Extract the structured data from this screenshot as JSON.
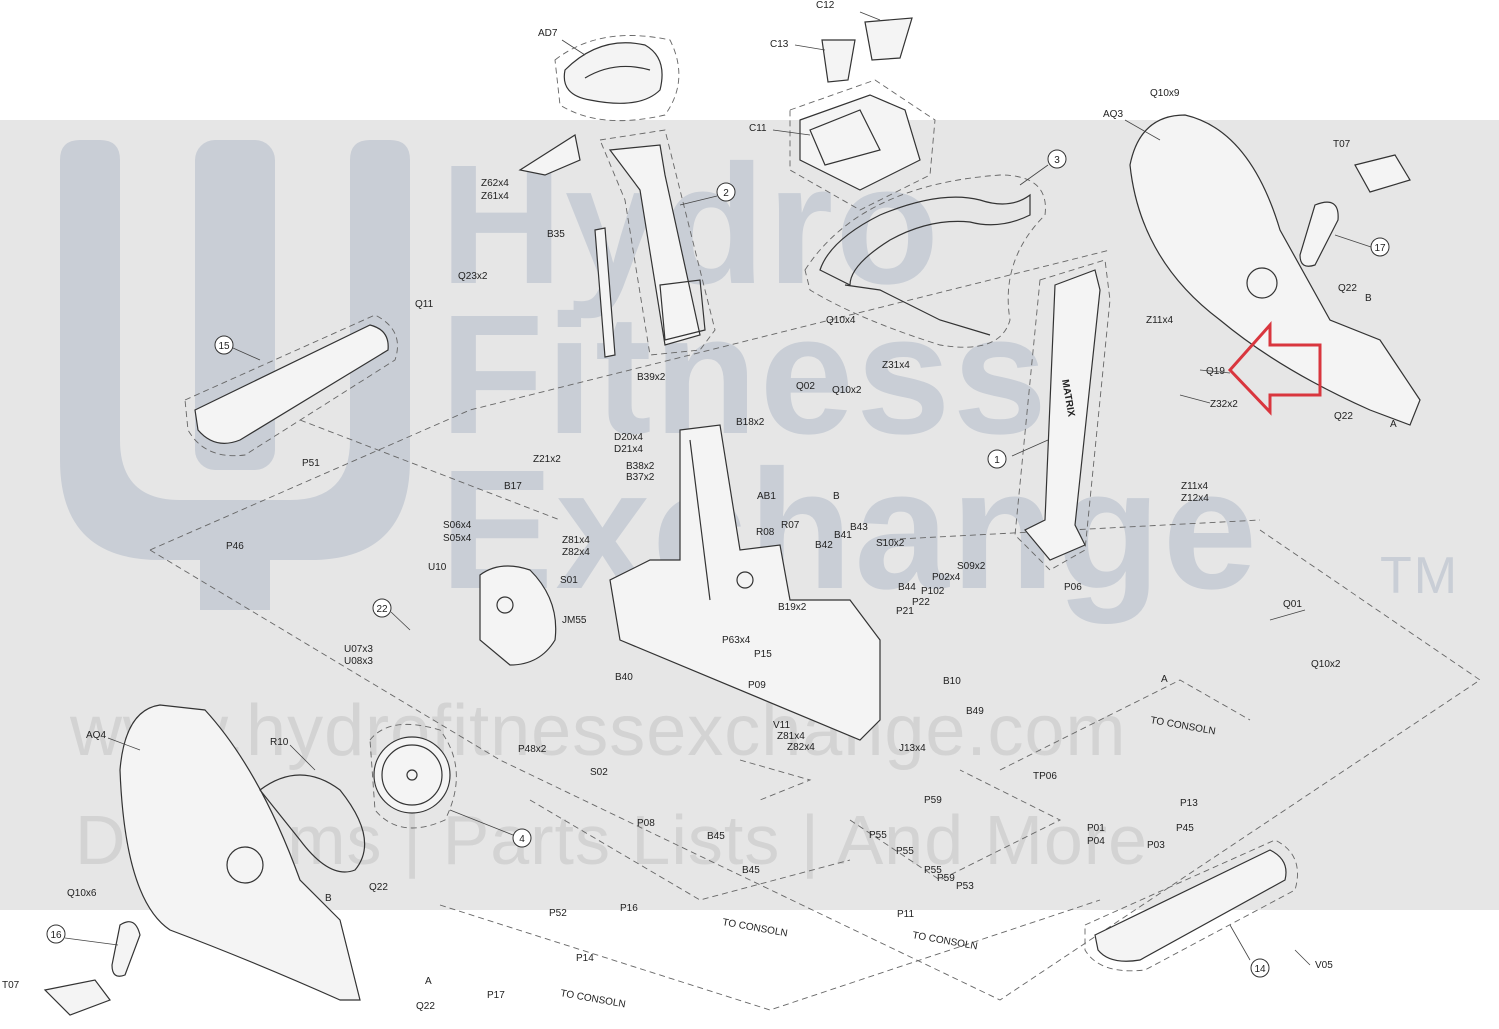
{
  "watermark": {
    "line1": "Hydro",
    "line2": "Fitness",
    "line3": "Exchange",
    "tm": "TM",
    "url": "www.hydrofitnessexchange.com",
    "tagline": "Diagrams | Parts Lists | And More",
    "color": "#c9ced6"
  },
  "arrow_color": "#d9363e",
  "brand_text": "MATRIX",
  "callouts": [
    {
      "id": "c1",
      "text": "1"
    },
    {
      "id": "c2",
      "text": "2"
    },
    {
      "id": "c3",
      "text": "3"
    },
    {
      "id": "c4",
      "text": "4"
    },
    {
      "id": "c14",
      "text": "14"
    },
    {
      "id": "c15",
      "text": "15"
    },
    {
      "id": "c16",
      "text": "16"
    },
    {
      "id": "c17",
      "text": "17"
    },
    {
      "id": "c22",
      "text": "22"
    }
  ],
  "labels": [
    {
      "id": "AD7",
      "text": "AD7"
    },
    {
      "id": "C12",
      "text": "C12"
    },
    {
      "id": "C13",
      "text": "C13"
    },
    {
      "id": "C11",
      "text": "C11"
    },
    {
      "id": "Q10x9",
      "text": "Q10x9"
    },
    {
      "id": "AQ3",
      "text": "AQ3"
    },
    {
      "id": "T07a",
      "text": "T07"
    },
    {
      "id": "Z62x4",
      "text": "Z62x4"
    },
    {
      "id": "Z61x4",
      "text": "Z61x4"
    },
    {
      "id": "B35",
      "text": "B35"
    },
    {
      "id": "Q23x2",
      "text": "Q23x2"
    },
    {
      "id": "Q11",
      "text": "Q11"
    },
    {
      "id": "Q10x4",
      "text": "Q10x4"
    },
    {
      "id": "Z11x4a",
      "text": "Z11x4"
    },
    {
      "id": "Q22a",
      "text": "Q22"
    },
    {
      "id": "Ba",
      "text": "B"
    },
    {
      "id": "Q19",
      "text": "Q19"
    },
    {
      "id": "Z32x2",
      "text": "Z32x2"
    },
    {
      "id": "Q22b",
      "text": "Q22"
    },
    {
      "id": "Aa",
      "text": "A"
    },
    {
      "id": "B39x2",
      "text": "B39x2"
    },
    {
      "id": "Q02",
      "text": "Q02"
    },
    {
      "id": "Q10x2a",
      "text": "Q10x2"
    },
    {
      "id": "Z31x4",
      "text": "Z31x4"
    },
    {
      "id": "B18x2",
      "text": "B18x2"
    },
    {
      "id": "D20x4",
      "text": "D20x4"
    },
    {
      "id": "D21x4",
      "text": "D21x4"
    },
    {
      "id": "P51",
      "text": "P51"
    },
    {
      "id": "Z21x2",
      "text": "Z21x2"
    },
    {
      "id": "B38x2",
      "text": "B38x2"
    },
    {
      "id": "B37x2",
      "text": "B37x2"
    },
    {
      "id": "Bb",
      "text": "B"
    },
    {
      "id": "B17",
      "text": "B17"
    },
    {
      "id": "AB1",
      "text": "AB1"
    },
    {
      "id": "Z11x4b",
      "text": "Z11x4"
    },
    {
      "id": "Z12x4",
      "text": "Z12x4"
    },
    {
      "id": "S06x4",
      "text": "S06x4"
    },
    {
      "id": "S05x4",
      "text": "S05x4"
    },
    {
      "id": "P46",
      "text": "P46"
    },
    {
      "id": "Z81x4a",
      "text": "Z81x4"
    },
    {
      "id": "Z82x4a",
      "text": "Z82x4"
    },
    {
      "id": "R08",
      "text": "R08"
    },
    {
      "id": "R07",
      "text": "R07"
    },
    {
      "id": "B43",
      "text": "B43"
    },
    {
      "id": "B41",
      "text": "B41"
    },
    {
      "id": "B42",
      "text": "B42"
    },
    {
      "id": "S10x2",
      "text": "S10x2"
    },
    {
      "id": "S09x2",
      "text": "S09x2"
    },
    {
      "id": "P02x4",
      "text": "P02x4"
    },
    {
      "id": "U10",
      "text": "U10"
    },
    {
      "id": "S01",
      "text": "S01"
    },
    {
      "id": "JM55",
      "text": "JM55"
    },
    {
      "id": "B44",
      "text": "B44"
    },
    {
      "id": "P102",
      "text": "P102"
    },
    {
      "id": "P22",
      "text": "P22"
    },
    {
      "id": "P21",
      "text": "P21"
    },
    {
      "id": "B19x2",
      "text": "B19x2"
    },
    {
      "id": "P06",
      "text": "P06"
    },
    {
      "id": "Q01",
      "text": "Q01"
    },
    {
      "id": "U07x3",
      "text": "U07x3"
    },
    {
      "id": "U08x3",
      "text": "U08x3"
    },
    {
      "id": "P63x4",
      "text": "P63x4"
    },
    {
      "id": "P15",
      "text": "P15"
    },
    {
      "id": "Q10x2b",
      "text": "Q10x2"
    },
    {
      "id": "Ab",
      "text": "A"
    },
    {
      "id": "B40",
      "text": "B40"
    },
    {
      "id": "B10",
      "text": "B10"
    },
    {
      "id": "P09",
      "text": "P09"
    },
    {
      "id": "V11",
      "text": "V11"
    },
    {
      "id": "Z81x4b",
      "text": "Z81x4"
    },
    {
      "id": "Z82x4b",
      "text": "Z82x4"
    },
    {
      "id": "B49",
      "text": "B49"
    },
    {
      "id": "AQ4",
      "text": "AQ4"
    },
    {
      "id": "R10",
      "text": "R10"
    },
    {
      "id": "P48x2",
      "text": "P48x2"
    },
    {
      "id": "J13x4",
      "text": "J13x4"
    },
    {
      "id": "TO_CONSOLa",
      "text": "TO CONSOLN"
    },
    {
      "id": "S02",
      "text": "S02"
    },
    {
      "id": "TP06",
      "text": "TP06"
    },
    {
      "id": "P13",
      "text": "P13"
    },
    {
      "id": "P59a",
      "text": "P59"
    },
    {
      "id": "P45",
      "text": "P45"
    },
    {
      "id": "P08",
      "text": "P08"
    },
    {
      "id": "B45a",
      "text": "B45"
    },
    {
      "id": "P55a",
      "text": "P55"
    },
    {
      "id": "P01",
      "text": "P01"
    },
    {
      "id": "P04",
      "text": "P04"
    },
    {
      "id": "P03",
      "text": "P03"
    },
    {
      "id": "P55b",
      "text": "P55"
    },
    {
      "id": "B45b",
      "text": "B45"
    },
    {
      "id": "P55c",
      "text": "P55"
    },
    {
      "id": "P59b",
      "text": "P59"
    },
    {
      "id": "P53",
      "text": "P53"
    },
    {
      "id": "Q10x6",
      "text": "Q10x6"
    },
    {
      "id": "Q22c",
      "text": "Q22"
    },
    {
      "id": "Bc",
      "text": "B"
    },
    {
      "id": "P52",
      "text": "P52"
    },
    {
      "id": "P16",
      "text": "P16"
    },
    {
      "id": "TO_CONSOLb",
      "text": "TO CONSOLN"
    },
    {
      "id": "P11",
      "text": "P11"
    },
    {
      "id": "TO_CONSOLc",
      "text": "TO CONSOLN"
    },
    {
      "id": "V05",
      "text": "V05"
    },
    {
      "id": "P14",
      "text": "P14"
    },
    {
      "id": "Ac",
      "text": "A"
    },
    {
      "id": "T07b",
      "text": "T07"
    },
    {
      "id": "Q22d",
      "text": "Q22"
    },
    {
      "id": "P17",
      "text": "P17"
    },
    {
      "id": "TO_CONSOLd",
      "text": "TO CONSOLN"
    }
  ]
}
